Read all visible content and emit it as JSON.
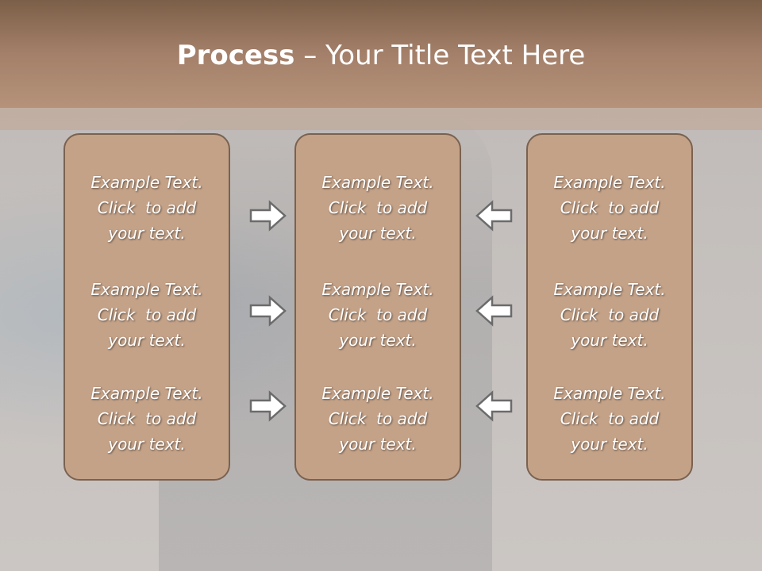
{
  "slide": {
    "title_bold": "Process",
    "title_rest": " – Your Title Text Here"
  },
  "panels": [
    {
      "items": [
        {
          "line1": "Example Text.",
          "line2": "Click  to add",
          "line3": "your text."
        },
        {
          "line1": "Example Text.",
          "line2": "Click  to add",
          "line3": "your text."
        },
        {
          "line1": "Example Text.",
          "line2": "Click  to add",
          "line3": "your text."
        }
      ]
    },
    {
      "items": [
        {
          "line1": "Example Text.",
          "line2": "Click  to add",
          "line3": "your text."
        },
        {
          "line1": "Example Text.",
          "line2": "Click  to add",
          "line3": "your text."
        },
        {
          "line1": "Example Text.",
          "line2": "Click  to add",
          "line3": "your text."
        }
      ]
    },
    {
      "items": [
        {
          "line1": "Example Text.",
          "line2": "Click  to add",
          "line3": "your text."
        },
        {
          "line1": "Example Text.",
          "line2": "Click  to add",
          "line3": "your text."
        },
        {
          "line1": "Example Text.",
          "line2": "Click  to add",
          "line3": "your text."
        }
      ]
    }
  ],
  "arrows": {
    "left_column": [
      "arrow-right-icon",
      "arrow-right-icon",
      "arrow-right-icon"
    ],
    "right_column": [
      "arrow-left-icon",
      "arrow-left-icon",
      "arrow-left-icon"
    ]
  },
  "colors": {
    "header": "#a4806a",
    "panel_fill": "#c4a288",
    "panel_border": "#7a6250",
    "text": "#ffffff"
  }
}
